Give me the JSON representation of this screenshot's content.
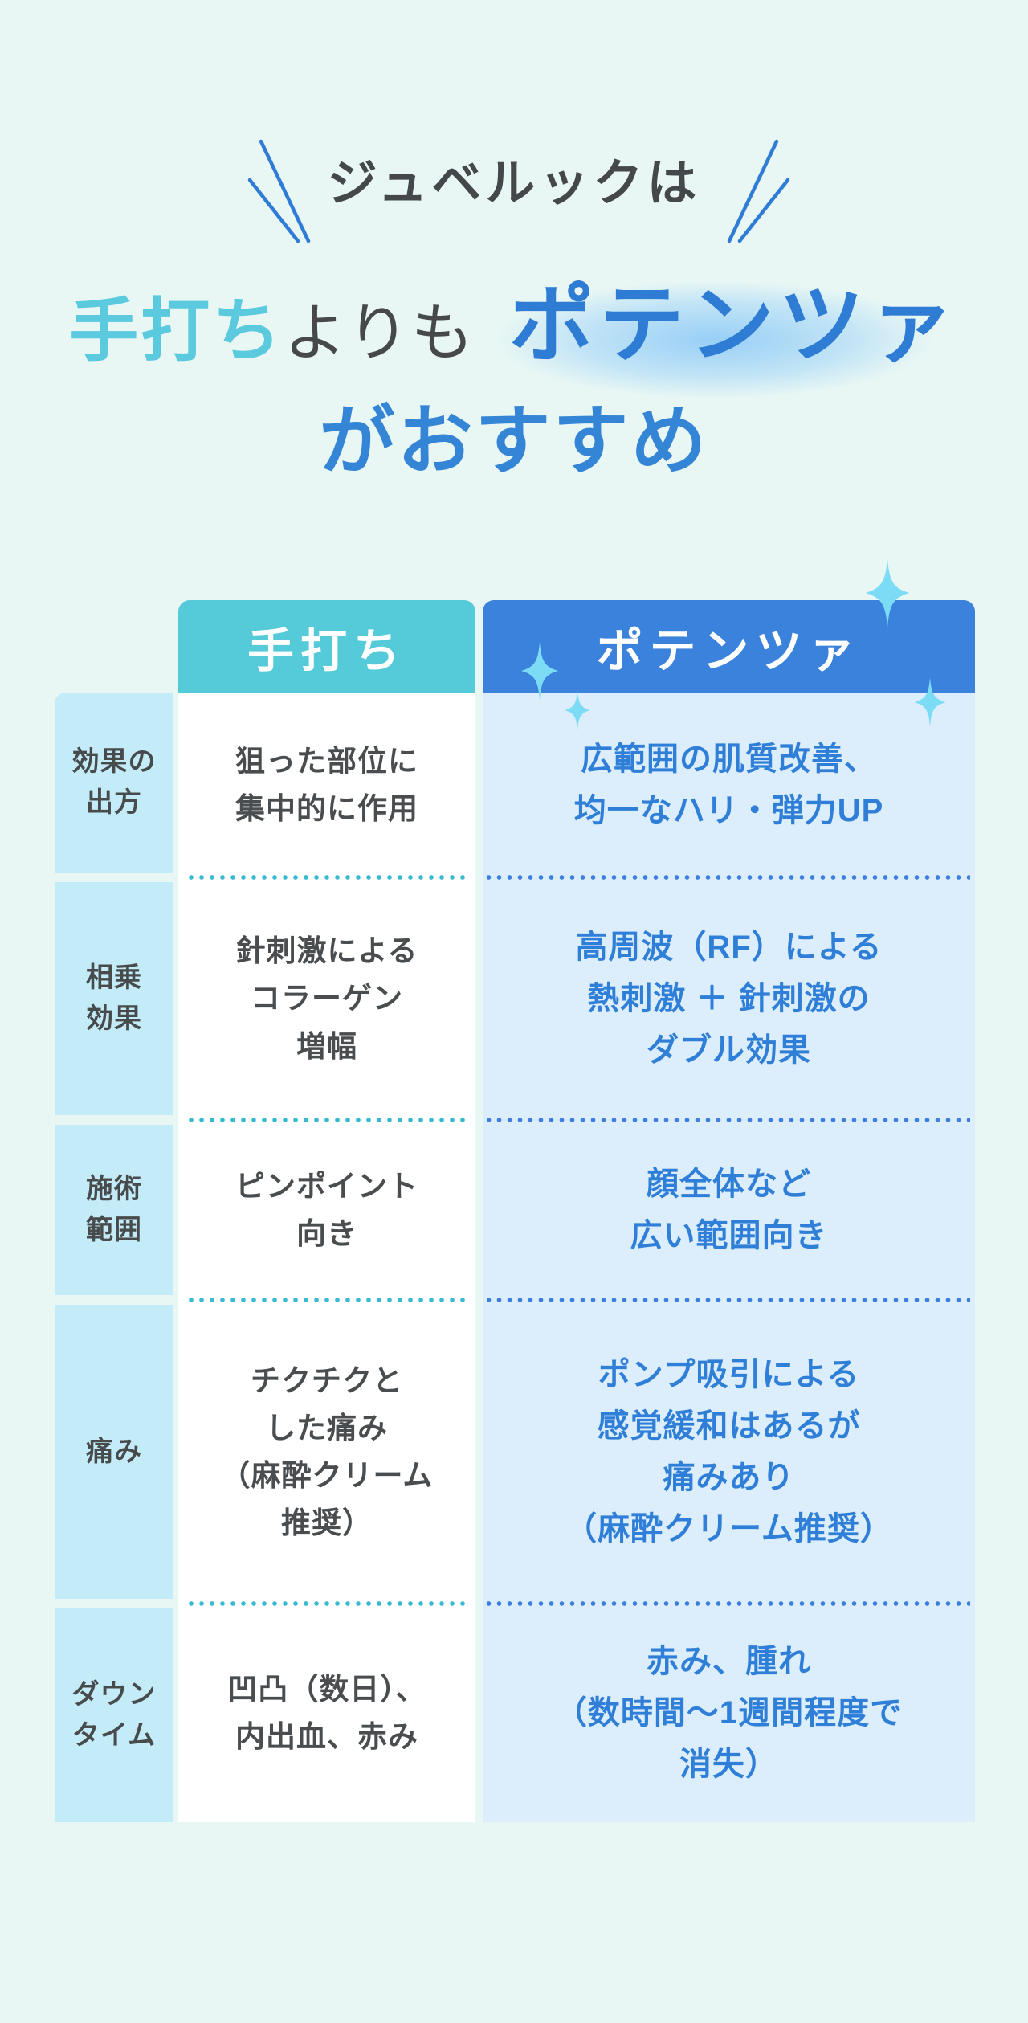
{
  "title": {
    "line1": "ジュベルックは",
    "line2_left": "手打ち",
    "line2_mid": "よりも",
    "line2_right": "ポテンツァ",
    "line3": "がおすすめ"
  },
  "table": {
    "col1_header": "手打ち",
    "col2_header": "ポテンツァ",
    "rows": [
      {
        "label": "効果の\n出方",
        "col1": "狙った部位に\n集中的に作用",
        "col2": "広範囲の肌質改善、\n均一なハリ・弾力UP"
      },
      {
        "label": "相乗\n効果",
        "col1": "針刺激による\nコラーゲン\n増幅",
        "col2": "高周波（RF）による\n熱刺激 ＋ 針刺激の\nダブル効果"
      },
      {
        "label": "施術\n範囲",
        "col1": "ピンポイント\n向き",
        "col2": "顔全体など\n広い範囲向き"
      },
      {
        "label": "痛み",
        "col1": "チクチクと\nした痛み\n（麻酔クリーム\n推奨）",
        "col2": "ポンプ吸引による\n感覚緩和はあるが\n痛みあり\n（麻酔クリーム推奨）"
      },
      {
        "label": "ダウン\nタイム",
        "col1": "凹凸（数日）、\n内出血、赤み",
        "col2": "赤み、腫れ\n（数時間〜1週間程度で\n消失）"
      }
    ]
  },
  "colors": {
    "background": "#E9F7F4",
    "title_text": "#45484A",
    "accent_teal": "#5BC9DE",
    "accent_blue": "#2F7FD8",
    "slash_blue": "#2E7CD6",
    "header_teal_bg": "#55CBD9",
    "header_blue_bg": "#3A82DB",
    "label_cell_bg": "#C4EBF8",
    "potenza_cell_bg": "#DCEDFB",
    "tebuchi_cell_bg": "#FFFFFF",
    "cell_dark_text": "#4A4D4F",
    "dot_teal": "#38BAD3",
    "dot_blue": "#3C7FDE",
    "sparkle_cyan": "#7CDCF6"
  },
  "icons": {
    "sparkle": "four-point-star",
    "slashes": "emphasis-lines"
  }
}
